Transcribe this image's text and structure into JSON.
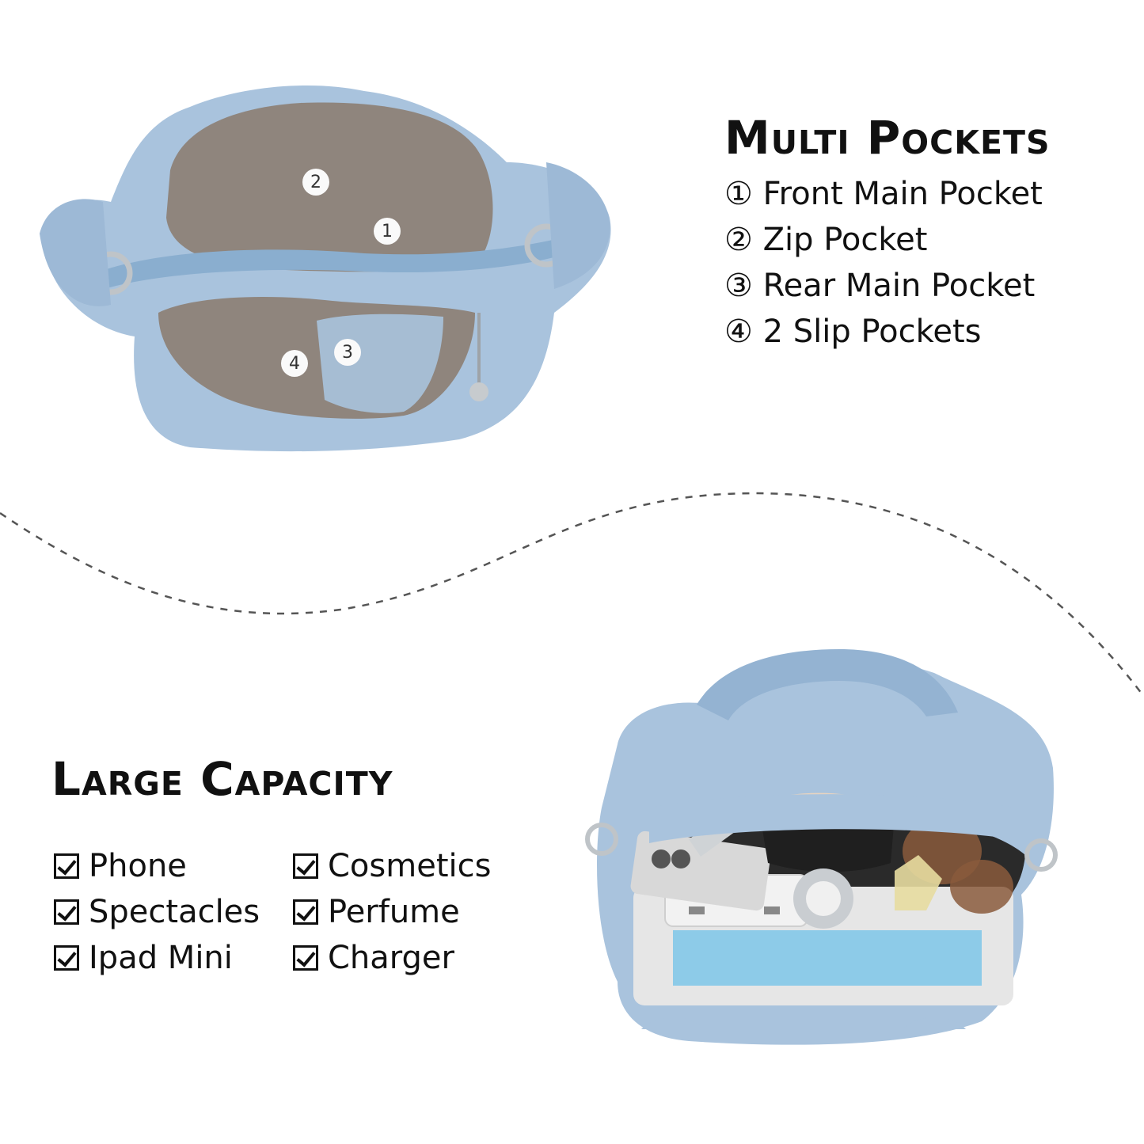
{
  "multi_pockets": {
    "title": "Multi Pockets",
    "items": [
      {
        "marker": "①",
        "label": "Front Main Pocket"
      },
      {
        "marker": "②",
        "label": "Zip Pocket"
      },
      {
        "marker": "③",
        "label": "Rear Main Pocket"
      },
      {
        "marker": "④",
        "label": "2 Slip Pockets"
      }
    ]
  },
  "large_capacity": {
    "title": "Large Capacity",
    "left_items": [
      "Phone",
      "Spectacles",
      "Ipad Mini"
    ],
    "right_items": [
      "Cosmetics",
      "Perfume",
      "Charger"
    ]
  },
  "bag_photo_top": {
    "badges": [
      "2",
      "1",
      "4",
      "3"
    ],
    "label": "open-bag-showing-pockets"
  },
  "bag_photo_bottom": {
    "label": "bag-with-items-inside"
  },
  "colors": {
    "bag_blue": "#a9c3dd",
    "bag_lining": "#8f857d",
    "divider": "#555555"
  }
}
